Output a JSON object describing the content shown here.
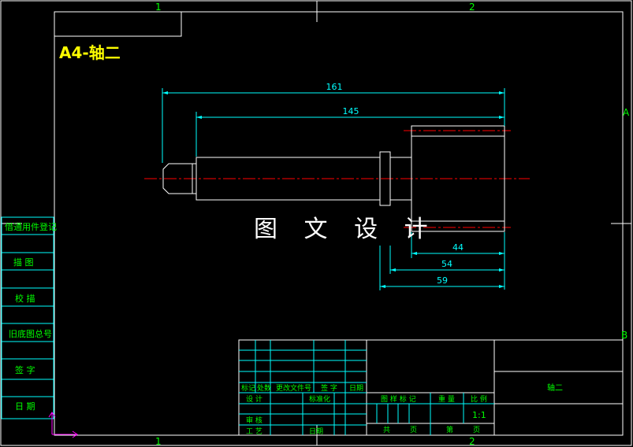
{
  "drawing": {
    "title": "A4-轴二",
    "watermark": "图 文 设 计",
    "part_name": "轴二",
    "scale": "1:1"
  },
  "border": {
    "col_labels": [
      "1",
      "2"
    ],
    "row_labels": [
      "A",
      "B"
    ],
    "bottom_col_labels": [
      "1",
      "2"
    ]
  },
  "dimensions": {
    "total_length": "161",
    "length_145": "145",
    "length_44": "44",
    "length_54": "54",
    "length_59": "59"
  },
  "side_column": {
    "labels": [
      "借通用件登记",
      "描 图",
      "校 描",
      "旧底图总号",
      "签 字",
      "日 期"
    ]
  },
  "title_block": {
    "rev_marker": "标记",
    "rev_count": "处数",
    "rev_doc": "更改文件号",
    "rev_sign": "签 字",
    "rev_date": "日期",
    "design": "设 计",
    "standardize": "标准化",
    "check": "审 核",
    "process": "工 艺",
    "date": "日期",
    "stage_mark": "图 样 标 记",
    "weight": "重 量",
    "scale_label": "比 例",
    "total": "共",
    "sheet_unit1": "页",
    "sheet": "第",
    "sheet_unit2": "页"
  },
  "colors": {
    "background": "#000000",
    "outline": "#ffffff",
    "dimension": "#00ffff",
    "centerline": "#ff0000",
    "text": "#00ff00",
    "title": "#ffff00",
    "ucs": "#ff00ff"
  }
}
